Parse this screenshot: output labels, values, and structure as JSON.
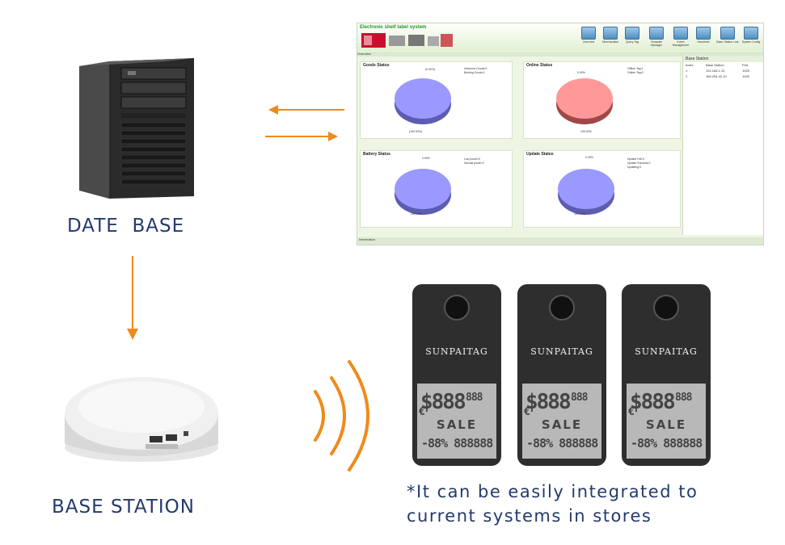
{
  "labels": {
    "database": "DATE  BASE",
    "base_station": "BASE STATION",
    "note_line1": "*It can be easily integrated to",
    "note_line2": "current systems in stores"
  },
  "colors": {
    "arrow": "#f08a1c",
    "caption": "#243a6b"
  },
  "icons": [
    "server-tower-icon",
    "base-station-device-icon",
    "wireless-signal-icon",
    "arrow-left-icon",
    "arrow-right-icon",
    "arrow-down-icon"
  ],
  "software": {
    "title": "Electronic shelf label system",
    "toolbar": [
      "Overview",
      "Merchandise",
      "Query Tag",
      "Template Manager",
      "Event Management",
      "Handheld",
      "Base Station Link",
      "System Config"
    ],
    "subbar": "Overview",
    "status_bar": "Information",
    "panels": [
      {
        "title": "Goods Status",
        "legend": [
          "Unbound Goods:0",
          "Binding Goods:1"
        ],
        "top_pct": "(0.00%)",
        "bottom_pct": "(100.00%)",
        "color": "#9999ff"
      },
      {
        "title": "Online Status",
        "legend": [
          "Offline Tag:1",
          "Online Tag:0"
        ],
        "top_pct": "0.00%",
        "bottom_pct": "100.00%",
        "color": "#ff9999"
      },
      {
        "title": "Battery Status",
        "legend": [
          "Low power:0",
          "Normal power:0"
        ],
        "top_pct": "0.00%",
        "bottom_pct": "100.00%",
        "color": "#9999ff"
      },
      {
        "title": "Update Status",
        "legend": [
          "Update Fail:0",
          "Update Success:0",
          "Updating:0"
        ],
        "top_pct": "0.00%",
        "bottom_pct": "100.00%",
        "color": "#9999ff"
      }
    ],
    "sidebar": {
      "title": "Base Station",
      "columns": [
        "Index",
        "Base Station",
        "Port"
      ],
      "rows": [
        [
          "1",
          "192.168.1.10",
          "1025"
        ],
        [
          "2",
          "169.254.42.10",
          "1025"
        ]
      ]
    }
  },
  "tags": [
    {
      "brand": "SUNPAITAG",
      "price": "$888",
      "price_small": "888",
      "currency": "€",
      "sale": "SALE",
      "bottom": "-88% 888888"
    },
    {
      "brand": "SUNPAITAG",
      "price": "$888",
      "price_small": "888",
      "currency": "€",
      "sale": "SALE",
      "bottom": "-88% 888888"
    },
    {
      "brand": "SUNPAITAG",
      "price": "$888",
      "price_small": "888",
      "currency": "€",
      "sale": "SALE",
      "bottom": "-88% 888888"
    }
  ]
}
